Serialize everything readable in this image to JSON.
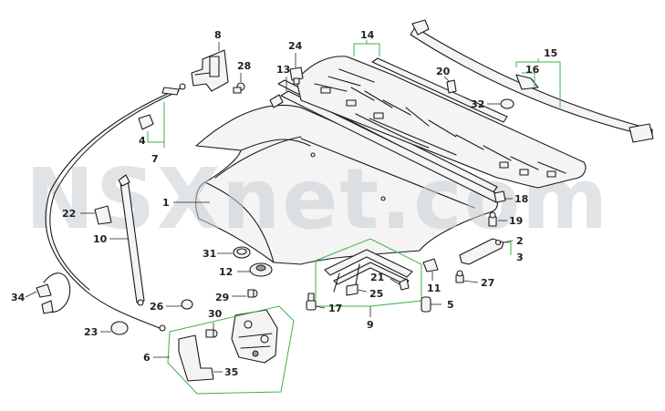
{
  "watermark": {
    "text": "NSXnet.com"
  },
  "colors": {
    "group_line": "#3bb34a",
    "watermark": "#c9ced3",
    "part_stroke": "#1a1a1a"
  },
  "callouts": {
    "c1": "1",
    "c2": "2",
    "c3": "3",
    "c4": "4",
    "c5": "5",
    "c6": "6",
    "c7": "7",
    "c8": "8",
    "c9": "9",
    "c10": "10",
    "c11": "11",
    "c12": "12",
    "c13": "13",
    "c14": "14",
    "c15": "15",
    "c16": "16",
    "c17": "17",
    "c18": "18",
    "c19": "19",
    "c20": "20",
    "c21": "21",
    "c22": "22",
    "c23": "23",
    "c24": "24",
    "c25": "25",
    "c26": "26",
    "c27": "27",
    "c28": "28",
    "c29": "29",
    "c30": "30",
    "c31": "31",
    "c32": "32",
    "c34": "34",
    "c35": "35"
  }
}
